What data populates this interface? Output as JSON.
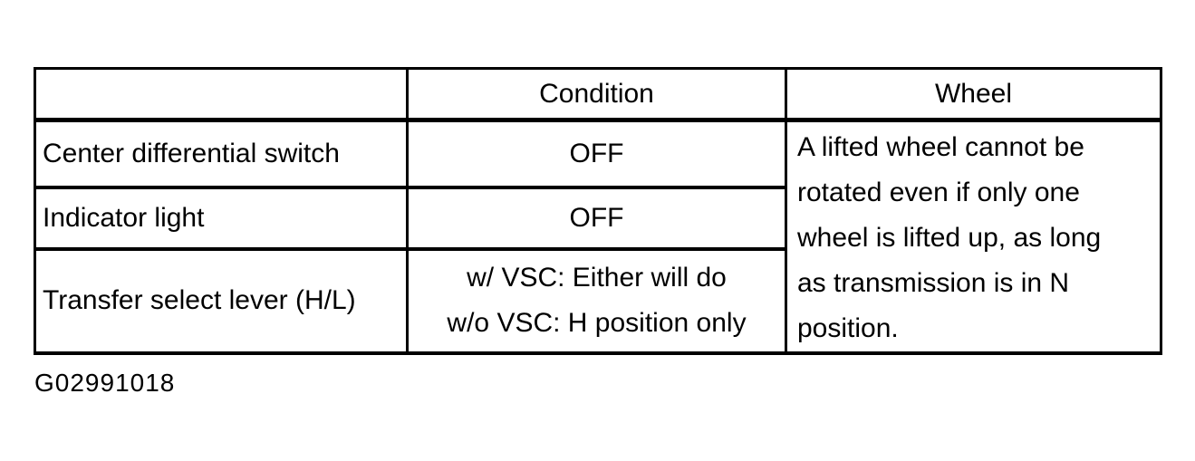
{
  "table": {
    "headers": {
      "item": "",
      "condition": "Condition",
      "wheel": "Wheel"
    },
    "rows": [
      {
        "label": "Center differential switch",
        "condition": "OFF"
      },
      {
        "label": "Indicator light",
        "condition": "OFF"
      },
      {
        "label": "Transfer select lever (H/L)",
        "condition_lines": [
          "w/ VSC: Either will do",
          "w/o VSC: H position only"
        ]
      }
    ],
    "wheel_note_lines": [
      "A lifted wheel cannot be",
      "rotated even if only one",
      "wheel is lifted up, as long",
      "as transmission is in N",
      "position."
    ]
  },
  "caption": "G02991018"
}
